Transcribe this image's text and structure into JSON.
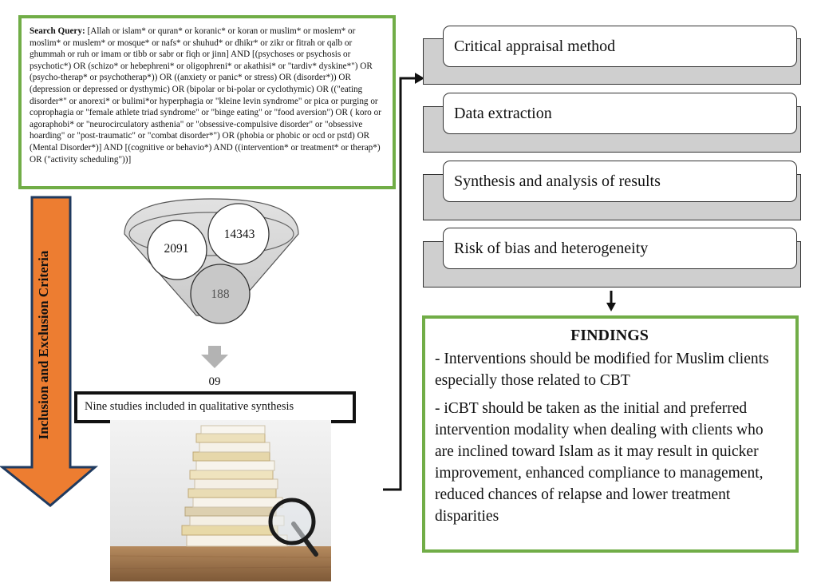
{
  "search_query": {
    "label": "Search Query:",
    "text": " [Allah or islam* or quran* or koranic* or koran or muslim* or moslem* or moslim* or muslem* or mosque* or nafs* or shuhud* or dhikr* or zikr or fitrah or qalb or ghummah or ruh or imam or tibb or sabr or fiqh or jinn] AND [(psychoses or psychosis or psychotic*) OR (schizo* or hebephreni* or oligophreni* or akathisi* or \"tardiv* dyskine*\") OR (psycho-therap* or psychotherap*)) OR ((anxiety or panic* or stress) OR (disorder*)) OR (depression or depressed or dysthymic) OR (bipolar or bi-polar or cyclothymic) OR ((\"eating disorder*\" or anorexi* or bulimi*or hyperphagia or \"kleine levin syndrome\" or pica or purging or coprophagia or \"female athlete triad syndrome\" or \"binge eating\" or \"food aversion\") OR ( koro or agoraphobi* or \"neurocirculatory asthenia\" or \"obsessive-compulsive disorder\" or \"obsessive hoarding\" or \"post-traumatic\" or \"combat disorder*\") OR (phobia or phobic or ocd or pstd) OR (Mental Disorder*)] AND [(cognitive or behavio*) AND ((intervention* or treatment* or therap*) OR (\"activity scheduling\"))]"
  },
  "funnel": {
    "circle_1": "2091",
    "circle_2": "14343",
    "circle_3": "188",
    "result": "09"
  },
  "side_arrow_label": "Inclusion and Exclusion Criteria",
  "included_label": "Nine studies included in qualitative synthesis",
  "steps": [
    "Critical appraisal method",
    "Data extraction",
    "Synthesis and analysis of results",
    "Risk of bias and heterogeneity"
  ],
  "findings": {
    "title": "FINDINGS",
    "point_1": "- Interventions should be modified for Muslim clients especially those related to CBT",
    "point_2": "- iCBT should be taken as the initial and preferred intervention modality when dealing with clients who are inclined toward Islam as it may result in quicker improvement, enhanced compliance to management, reduced chances of relapse and lower treatment disparities"
  },
  "colors": {
    "green_border": "#71ad47",
    "orange_arrow": "#ed7d31",
    "navy_outline": "#1f3a5f",
    "step_shadow": "#cfcfcf"
  }
}
